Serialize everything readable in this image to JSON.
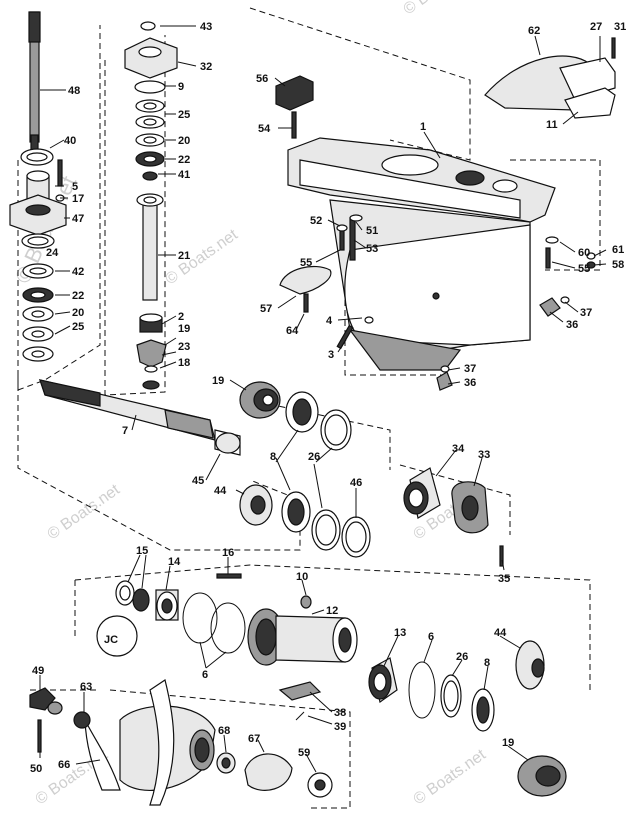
{
  "watermark": {
    "text": "© Boats.net",
    "color": "#cfcfcf"
  },
  "callouts": {
    "p1": "1",
    "p2": "2",
    "p3": "3",
    "p4": "4",
    "p5": "5",
    "p6a": "6",
    "p6b": "6",
    "p7": "7",
    "p8a": "8",
    "p8b": "8",
    "p9": "9",
    "p10": "10",
    "p11": "11",
    "p12": "12",
    "p13": "13",
    "p14": "14",
    "p15": "15",
    "p16": "16",
    "p17": "17",
    "p18": "18",
    "p19a": "19",
    "p19b": "19",
    "p19c": "19",
    "p20a": "20",
    "p20b": "20",
    "p21": "21",
    "p22a": "22",
    "p22b": "22",
    "p23": "23",
    "p24": "24",
    "p25a": "25",
    "p25b": "25",
    "p26a": "26",
    "p26b": "26",
    "p27": "27",
    "p31": "31",
    "p32": "32",
    "p33": "33",
    "p34": "34",
    "p35": "35",
    "p36a": "36",
    "p36b": "36",
    "p37a": "37",
    "p37b": "37",
    "p38": "38",
    "p39": "39",
    "p40": "40",
    "p41": "41",
    "p42": "42",
    "p43": "43",
    "p44a": "44",
    "p44b": "44",
    "p45": "45",
    "p46": "46",
    "p47": "47",
    "p48": "48",
    "p49": "49",
    "p50": "50",
    "p51": "51",
    "p52": "52",
    "p53": "53",
    "p54": "54",
    "p55a": "55",
    "p55b": "55",
    "p56": "56",
    "p57": "57",
    "p58": "58",
    "p59": "59",
    "p60": "60",
    "p61": "61",
    "p62": "62",
    "p63": "63",
    "p64": "64",
    "p66": "66",
    "p67": "67",
    "p68": "68"
  },
  "icons": {
    "jc_logo": "jc-logo-icon"
  }
}
